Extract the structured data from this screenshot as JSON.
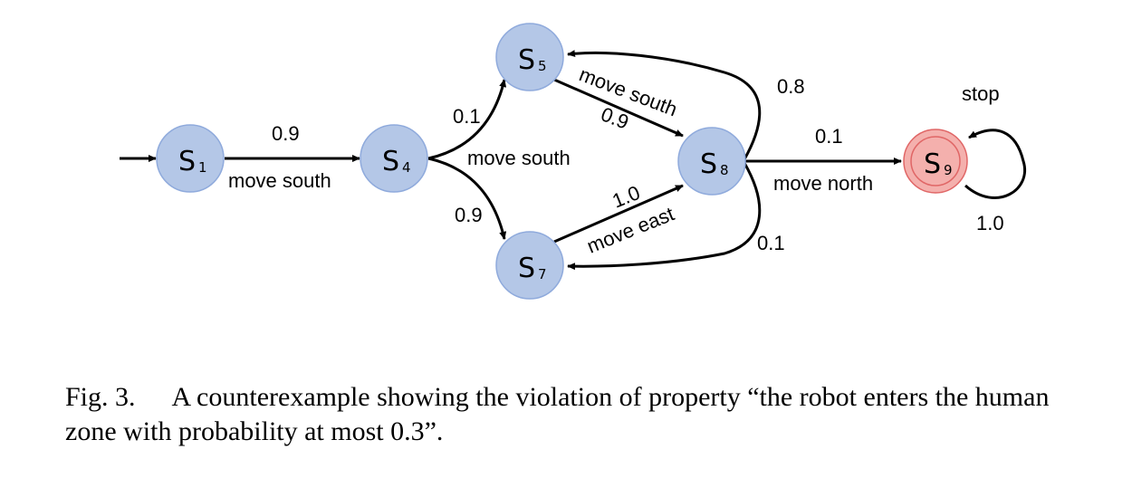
{
  "states": {
    "s1": {
      "letter": "S",
      "index": "1"
    },
    "s4": {
      "letter": "S",
      "index": "4"
    },
    "s5": {
      "letter": "S",
      "index": "5"
    },
    "s7": {
      "letter": "S",
      "index": "7"
    },
    "s8": {
      "letter": "S",
      "index": "8"
    },
    "s9": {
      "letter": "S",
      "index": "9"
    }
  },
  "edges": {
    "s1_s4": {
      "prob": "0.9",
      "action": "move south"
    },
    "s4_s5": {
      "prob": "0.1"
    },
    "s4_s7": {
      "prob": "0.9"
    },
    "s4_action": "move south",
    "s5_s8": {
      "prob": "0.9",
      "action": "move south"
    },
    "s8_s5": {
      "prob": "0.8"
    },
    "s7_s8": {
      "prob": "1.0",
      "action": "move east"
    },
    "s8_s7": {
      "prob": "0.1"
    },
    "s8_s9": {
      "prob": "0.1",
      "action": "move north"
    },
    "s9_s9": {
      "prob": "1.0",
      "action": "stop"
    }
  },
  "caption": {
    "figure": "Fig. 3.",
    "text": "A counterexample showing the violation of property “the robot enters the human zone with probability at most 0.3”."
  },
  "colors": {
    "state_fill": "#b4c7e7",
    "accept_fill": "#f4b0ad",
    "accept_stroke": "#e06666"
  }
}
